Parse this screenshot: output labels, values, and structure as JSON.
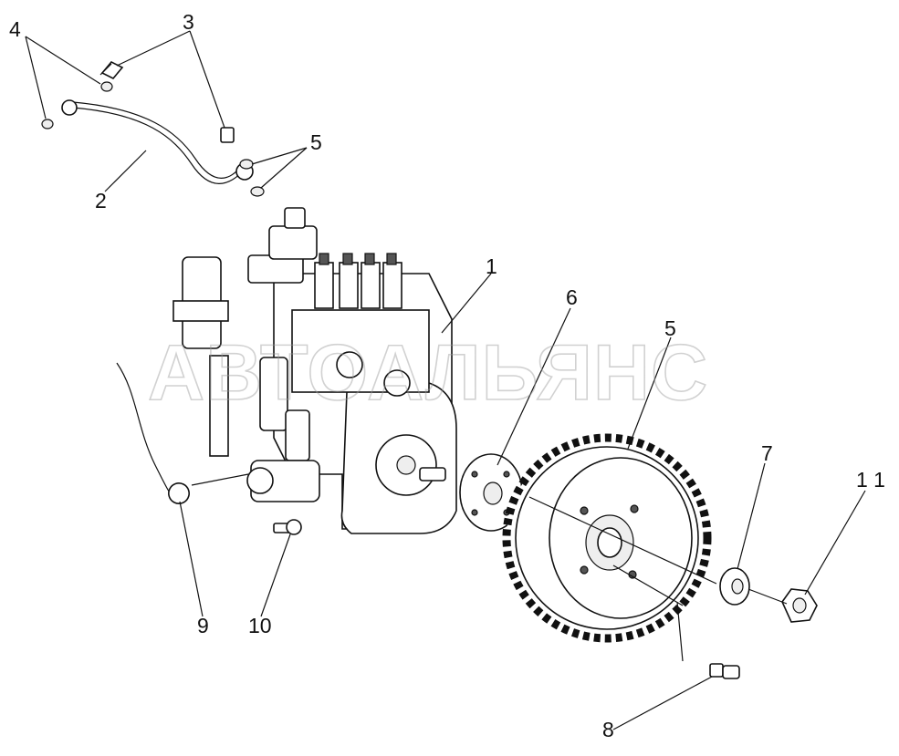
{
  "watermark": "АВТОАЛЬЯНС",
  "callouts": [
    "1",
    "2",
    "3",
    "4",
    "5",
    "5",
    "6",
    "7",
    "8",
    "9",
    "10",
    "1 1"
  ]
}
